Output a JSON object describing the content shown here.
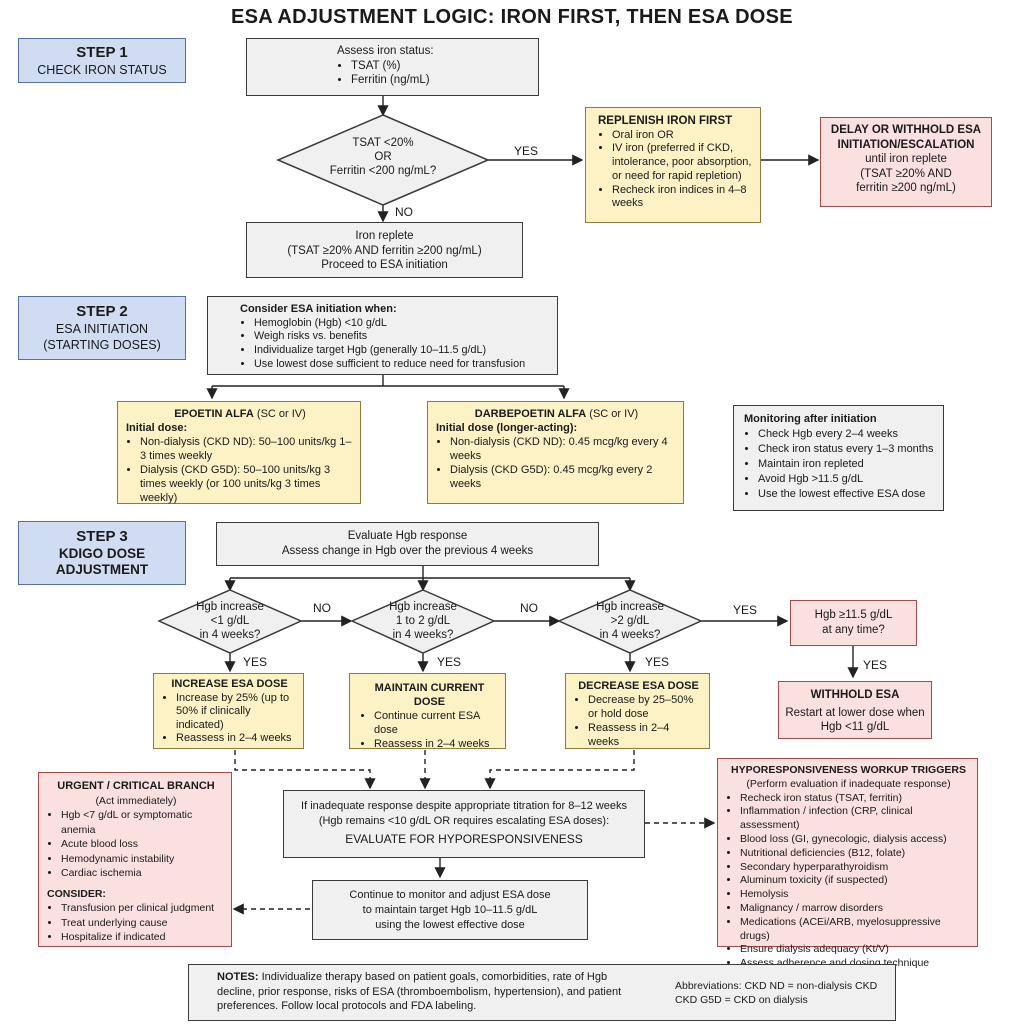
{
  "title": "ESA ADJUSTMENT LOGIC: IRON FIRST, THEN ESA DOSE",
  "steps": [
    {
      "heading": "STEP 1",
      "sub": "CHECK IRON STATUS"
    },
    {
      "heading": "STEP 2",
      "sub": "ESA INITIATION (STARTING DOSES)"
    },
    {
      "heading": "STEP 3",
      "sub": "KDIGO DOSE ADJUSTMENT"
    }
  ],
  "iron": {
    "assess_title": "Assess iron status:",
    "assess_items": [
      "TSAT (%)",
      "Ferritin (ng/mL)"
    ],
    "decision": [
      "TSAT <20%",
      "OR",
      "Ferritin <200 ng/mL?"
    ],
    "yes": "YES",
    "no": "NO",
    "replete": [
      "Iron replete",
      "(TSAT ≥20% AND ferritin ≥200 ng/mL)",
      "Proceed to ESA initiation"
    ],
    "replenish_title": "REPLENISH IRON FIRST",
    "replenish_items": [
      "Oral iron OR",
      "IV iron (preferred if CKD, intolerance, poor absorption, or need for rapid repletion)",
      "Recheck iron indices in 4–8 weeks"
    ],
    "delay_title": "DELAY OR WITHHOLD ESA INITIATION/ESCALATION",
    "delay_body": [
      "until iron replete",
      "(TSAT ≥20% AND",
      "ferritin ≥200 ng/mL)"
    ]
  },
  "init": {
    "title": "Consider ESA initiation when:",
    "items": [
      "Hemoglobin (Hgb) <10 g/dL",
      "Weigh risks vs. benefits",
      "Individualize target Hgb (generally 10–11.5 g/dL)",
      "Use lowest dose sufficient to reduce need for transfusion"
    ],
    "epo_title": "EPOETIN ALFA",
    "epo_route": "(SC or IV)",
    "epo_sub": "Initial dose:",
    "epo_items": [
      "Non-dialysis (CKD ND): 50–100 units/kg 1–3 times weekly",
      "Dialysis (CKD G5D): 50–100 units/kg 3 times weekly (or 100 units/kg 3 times weekly)"
    ],
    "darbe_title": "DARBEPOETIN ALFA",
    "darbe_route": "(SC or IV)",
    "darbe_sub": "Initial dose (longer-acting):",
    "darbe_items": [
      "Non-dialysis (CKD ND): 0.45 mcg/kg every 4 weeks",
      "Dialysis (CKD G5D): 0.45 mcg/kg every 2 weeks"
    ],
    "monitor_title": "Monitoring after initiation",
    "monitor_items": [
      "Check Hgb every 2–4 weeks",
      "Check iron status every 1–3 months",
      "Maintain iron repleted",
      "Avoid Hgb >11.5 g/dL",
      "Use the lowest effective ESA dose"
    ]
  },
  "adjust": {
    "eval_title": "Evaluate Hgb response",
    "eval_sub": "Assess change in Hgb over the previous 4 weeks",
    "d1": [
      "Hgb increase",
      "<1 g/dL",
      "in 4 weeks?"
    ],
    "d2": [
      "Hgb increase",
      "1 to 2 g/dL",
      "in 4 weeks?"
    ],
    "d3": [
      "Hgb increase",
      ">2 g/dL",
      "in 4 weeks?"
    ],
    "yes": "YES",
    "no": "NO",
    "hgb_check": [
      "Hgb ≥11.5 g/dL",
      "at any time?"
    ],
    "withhold_title": "WITHHOLD ESA",
    "withhold_body": [
      "Restart at lower dose when",
      "Hgb <11 g/dL"
    ],
    "inc_title": "INCREASE ESA DOSE",
    "inc_items": [
      "Increase by 25% (up to 50% if clinically indicated)",
      "Reassess in 2–4 weeks"
    ],
    "main_title": "MAINTAIN CURRENT DOSE",
    "main_items": [
      "Continue current ESA dose",
      "Reassess in 2–4 weeks"
    ],
    "dec_title": "DECREASE ESA DOSE",
    "dec_items": [
      "Decrease by 25–50% or hold dose",
      "Reassess in 2–4 weeks"
    ]
  },
  "hypo": {
    "line1": "If inadequate response despite appropriate titration for 8–12 weeks",
    "line2": "(Hgb remains <10 g/dL OR requires escalating ESA doses):",
    "title": "EVALUATE FOR HYPORESPONSIVENESS",
    "continue": [
      "Continue to monitor and adjust ESA dose",
      "to maintain target Hgb 10–11.5 g/dL",
      "using the lowest effective dose"
    ],
    "trig_title": "HYPORESPONSIVENESS WORKUP TRIGGERS",
    "trig_sub": "(Perform evaluation if inadequate response)",
    "trig_items": [
      "Recheck iron status (TSAT, ferritin)",
      "Inflammation / infection (CRP, clinical assessment)",
      "Blood loss (GI, gynecologic, dialysis access)",
      "Nutritional deficiencies (B12, folate)",
      "Secondary hyperparathyroidism",
      "Aluminum toxicity (if suspected)",
      "Hemolysis",
      "Malignancy / marrow disorders",
      "Medications (ACEi/ARB, myelosuppressive drugs)",
      "Ensure dialysis adequacy (Kt/V)",
      "Assess adherence and dosing technique"
    ]
  },
  "urgent": {
    "title": "URGENT / CRITICAL BRANCH",
    "sub": "(Act immediately)",
    "items": [
      "Hgb <7 g/dL or symptomatic anemia",
      "Acute blood loss",
      "Hemodynamic instability",
      "Cardiac ischemia"
    ],
    "consider": "CONSIDER:",
    "consider_items": [
      "Transfusion per clinical judgment",
      "Treat underlying cause",
      "Hospitalize if indicated"
    ]
  },
  "notes": {
    "label": "NOTES:",
    "text": "Individualize therapy based on patient goals, comorbidities, rate of Hgb decline, prior response, risks of ESA (thromboembolism, hypertension), and patient preferences. Follow local protocols and FDA labeling.",
    "abbr1": "Abbreviations: CKD ND = non-dialysis CKD",
    "abbr2": "CKD G5D = CKD on dialysis"
  }
}
